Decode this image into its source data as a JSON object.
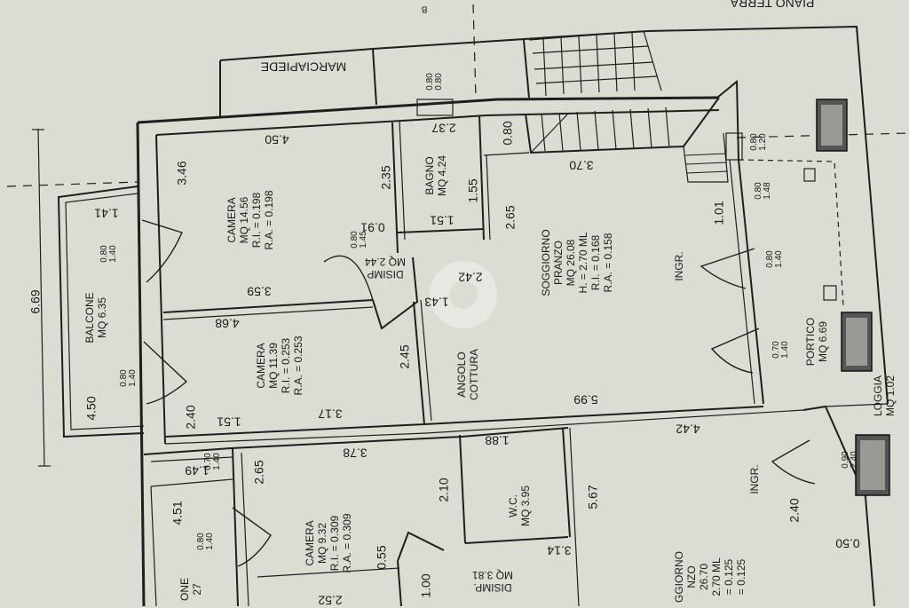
{
  "header": {
    "plan_label": "PIANO TERRA",
    "marker_b": "B"
  },
  "street": {
    "label": "MARCIAPIEDE"
  },
  "rooms": {
    "camera1": "CAMERA\nMQ 14.56\nR.I. = 0.198\nR.A. = 0.198",
    "camera2": "CAMERA\nMQ 11.39\nR.I. = 0.253\nR.A. = 0.253",
    "camera3": "CAMERA\nMQ 9.32\nR.I. = 0.309\nR.A. = 0.309",
    "bagno": "BAGNO\nMQ 4.24",
    "disimp1": "DISIMP\nMQ 2.44",
    "disimp2": "DISIMP.\nMQ 3.81",
    "balcone": "BALCONE\nMQ 6.35",
    "balcone2_partial": "ONE\n27",
    "soggiorno": "SOGGIORNO\nPRANZO\nMQ 26.08\nH. = 2.70 ML\nR.I. = 0.168\nR.A. = 0.158",
    "soggiorno2_partial": "GGIORNO\nNZO\n26.70\n2.70 ML\n= 0.125\n= 0.125",
    "angolo": "ANGOLO\nCOTTURA",
    "wc": "W.C.\nMQ 3.95",
    "portico": "PORTICO\nMQ 6.69",
    "loggia": "LOGGIA\nMQ 1.02",
    "ingr1": "INGR.",
    "ingr2": "INGR."
  },
  "dimensions": {
    "d_669": "6.69",
    "d_346": "3.46",
    "d_450a": "4.50",
    "d_450b": "4.50",
    "d_235": "2.35",
    "d_237": "2.37",
    "d_080": "0.80",
    "d_370": "3.70",
    "d_155": "1.55",
    "d_265": "2.65",
    "d_101": "1.01",
    "d_141": "1.41",
    "d_091": "0.91",
    "d_151a": "1.51",
    "d_242": "2.42",
    "d_143": "1.43",
    "d_359": "3.59",
    "d_468": "4.68",
    "d_245": "2.45",
    "d_240a": "2.40",
    "d_151b": "1.51",
    "d_317": "3.17",
    "d_599": "5.99",
    "d_442": "4.42",
    "d_188": "1.88",
    "d_378": "3.78",
    "d_149": "1.49",
    "d_265b": "2.65",
    "d_210": "2.10",
    "d_567": "5.67",
    "d_240b": "2.40",
    "d_451": "4.51",
    "d_055": "0.55",
    "d_100": "1.00",
    "d_314": "3.14",
    "d_050": "0.50",
    "d_252": "2.52"
  },
  "window_tags": {
    "w1": "0.80\n0.80",
    "w2": "0.80\n1.20",
    "w3": "0.80\n1.48",
    "w4": "0.80\n1.45",
    "w5": "0.90\n2.40",
    "w6": "0.80\n1.40",
    "w7": "0.80\n1.40",
    "w8": "0.80\n1.40",
    "w9": "0.80\n1.40",
    "w10": "0.70\n1.40",
    "w11": "0.70\n1.40"
  }
}
